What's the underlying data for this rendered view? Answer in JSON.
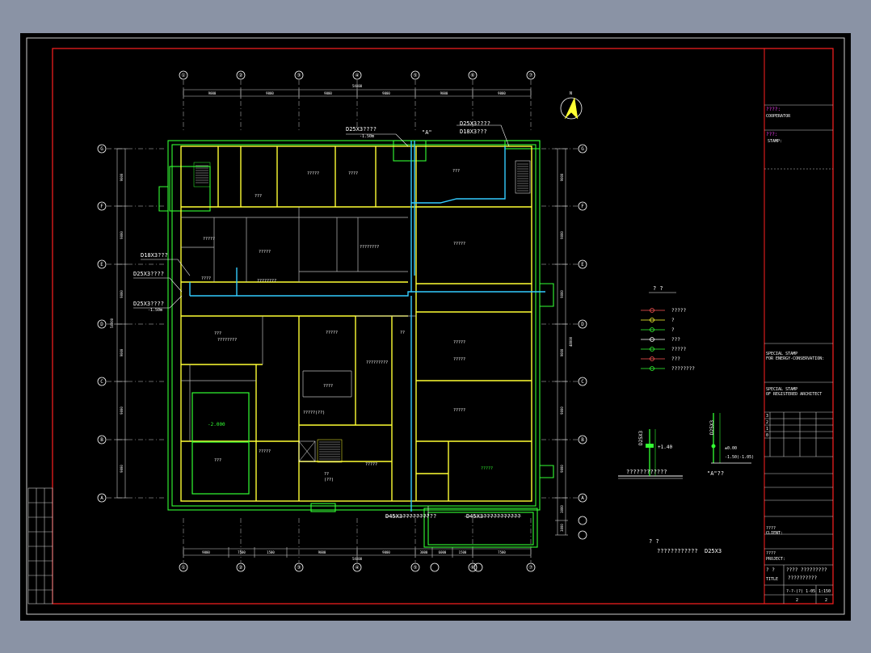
{
  "colors": {
    "background": "#8a93a5",
    "canvas": "#000000",
    "border": "#ff2020",
    "wall": "#ffff33",
    "outline": "#33ff33",
    "pipe": "#33ccff",
    "text": "#ffffff",
    "magenta": "#ff44ff"
  },
  "grid": {
    "columns": [
      "①",
      "②",
      "③",
      "④",
      "⑤",
      "⑥",
      "⑦"
    ],
    "rows": [
      "G",
      "F",
      "E",
      "D",
      "C",
      "B",
      "A"
    ],
    "top_dims": [
      "9000",
      "9000",
      "9000",
      "9000",
      "9000",
      "9000"
    ],
    "top_total": "54000",
    "bottom_dims": [
      "9000",
      "7500",
      "1500",
      "9000",
      "9000",
      "3000",
      "6000",
      "1500",
      "7500"
    ],
    "bottom_total": "54000",
    "left_dims": [
      "9000",
      "9000",
      "9000",
      "9000",
      "9000",
      "9000"
    ],
    "left_total": "54000",
    "right_dims": [
      "9000",
      "9000",
      "9000",
      "9000",
      "9000",
      "9000",
      "3000",
      "3000"
    ],
    "right_total": "48000"
  },
  "callouts": {
    "top_left": "D25X3????",
    "top_left_sub": "-1.50m",
    "detail_a": "\"A\"",
    "top_right_1": "D25X3????",
    "top_right_2": "D18X3???",
    "left_1": "D18X3???",
    "left_2": "D25X3????",
    "left_3": "D25X3????",
    "left_3_sub": "-1.50m",
    "bottom_1": "D45X3??????????",
    "bottom_2": "D45X3???????????"
  },
  "rooms": [
    "???",
    "?????",
    "????",
    "???",
    "?????",
    "????????",
    "?????",
    "?????",
    "?????(??)",
    "?????",
    "????",
    "???",
    "????????",
    "?????????",
    "????????",
    "?????",
    "????",
    "-2.000",
    "???",
    "?????",
    "??",
    "(??)",
    "?????",
    "??",
    "?????",
    "?????",
    "?????"
  ],
  "legend": {
    "title": "? ?",
    "items": [
      "?????",
      "?",
      "?",
      "???",
      "?????",
      "???",
      "????????"
    ]
  },
  "details": {
    "d1_label": "D25X3",
    "d1_elev": "+1.40",
    "d1_caption": "????????????",
    "d2_label": "D25X3",
    "d2_elev": "±0.00",
    "d2_sub": "-1.50(-1.05)",
    "d2_caption": "\"A\"??"
  },
  "notes": {
    "line1": "? ?",
    "line2": "????????????",
    "line2_suffix": "D25X3"
  },
  "title_block": {
    "cooperator_cn": "????:",
    "cooperator": "COOPERATOR",
    "stamp_cn": "???:",
    "stamp": "STAMP:",
    "special_stamp_1": "SPECIAL STAMP",
    "special_stamp_1b": "FOR ENERGY-CONSERVATION:",
    "special_stamp_2": "SPECIAL STAMP",
    "special_stamp_2b": "OF REGISTERED ARCHITECT",
    "rev_nums": [
      "3",
      "2",
      "1",
      "0"
    ],
    "client_cn": "????",
    "client": "CLIENT:",
    "project_cn": "????",
    "project": "PROJECT:",
    "title_cn": "? ?",
    "title": "TITLE",
    "title_value": "???? ?????????",
    "title_value2": "??????????",
    "drawing_no": "?-?-(?) 1-05",
    "scale": "1:150",
    "sheet": "2",
    "total": "2"
  }
}
